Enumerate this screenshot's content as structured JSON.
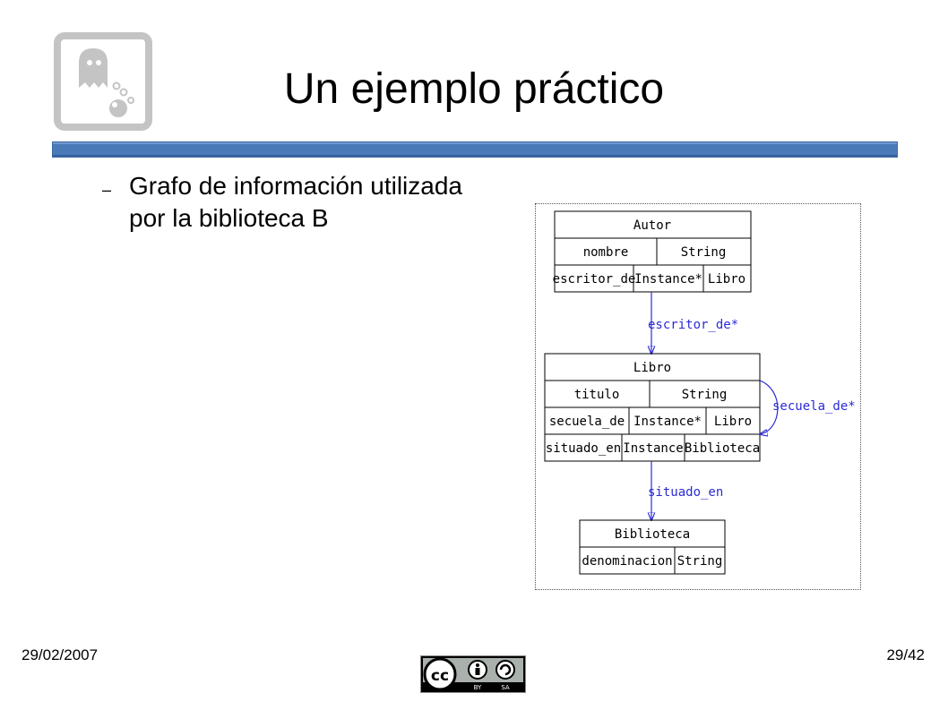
{
  "slide": {
    "title": "Un ejemplo práctico",
    "bullet_marker": "–",
    "bullet_text": "Grafo de información utilizada por la biblioteca B"
  },
  "diagram": {
    "classes": {
      "autor": {
        "name": "Autor",
        "rows": [
          [
            "nombre",
            "String"
          ],
          [
            "escritor_de",
            "Instance*",
            "Libro"
          ]
        ]
      },
      "libro": {
        "name": "Libro",
        "rows": [
          [
            "titulo",
            "String"
          ],
          [
            "secuela_de",
            "Instance*",
            "Libro"
          ],
          [
            "situado_en",
            "Instance",
            "Biblioteca"
          ]
        ]
      },
      "biblioteca": {
        "name": "Biblioteca",
        "rows": [
          [
            "denominacion",
            "String"
          ]
        ]
      }
    },
    "edges": {
      "autor_libro": "escritor_de*",
      "libro_libro": "secuela_de*",
      "libro_biblioteca": "situado_en"
    },
    "edge_color": "#2b2bd6"
  },
  "footer": {
    "date": "29/02/2007",
    "page": "29/42",
    "license_by": "BY",
    "license_sa": "SA"
  },
  "colors": {
    "title_bar": "#4a7ab8",
    "logo": "#c4c4c4"
  }
}
